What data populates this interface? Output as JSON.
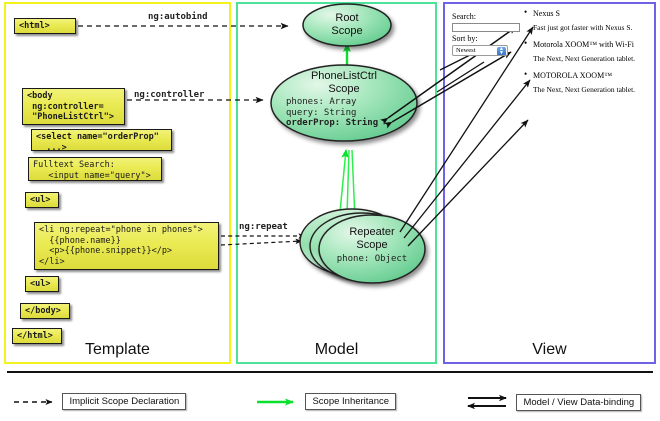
{
  "columns": {
    "template": {
      "label": "Template",
      "border_color": "#f2f21d"
    },
    "model": {
      "label": "Model",
      "border_color": "#4be39a"
    },
    "view": {
      "label": "View",
      "border_color": "#6f61e8"
    }
  },
  "template_boxes": [
    {
      "id": "html-open",
      "text": "<html>"
    },
    {
      "id": "body-open",
      "text": "<body\n ng:controller=\n \"PhoneListCtrl\">"
    },
    {
      "id": "select-tag",
      "text": "<select name=\"orderProp\"\n  ...>"
    },
    {
      "id": "fulltext",
      "text": "Fulltext Search:\n   <input name=\"query\">"
    },
    {
      "id": "ul-open",
      "text": "<ul>"
    },
    {
      "id": "li-repeat",
      "text": "<li ng:repeat=\"phone in phones\">\n  {{phone.name}}\n  <p>{{phone.snippet}}</p>\n</li>"
    },
    {
      "id": "ul-close",
      "text": "<ul>"
    },
    {
      "id": "body-close",
      "text": "</body>"
    },
    {
      "id": "html-close",
      "text": "</html>"
    }
  ],
  "edge_labels": {
    "autobind": "ng:autobind",
    "controller": "ng:controller",
    "repeat": "ng:repeat"
  },
  "model_scopes": [
    {
      "id": "root",
      "title_line1": "Root",
      "title_line2": "Scope",
      "props": []
    },
    {
      "id": "ctrl",
      "title_line1": "PhoneListCtrl",
      "title_line2": "Scope",
      "props": [
        {
          "text": "phones: Array",
          "bold": false
        },
        {
          "text": "query: String",
          "bold": false
        },
        {
          "text": "orderProp: String",
          "bold": true
        }
      ]
    },
    {
      "id": "repeater",
      "title_line1": "Repeater",
      "title_line2": "Scope",
      "props": [
        {
          "text": "phone: Object",
          "bold": false
        }
      ]
    }
  ],
  "view": {
    "search_label": "Search:",
    "search_value": "",
    "sort_label": "Sort by:",
    "sort_selected": "Newest",
    "items": [
      {
        "title": "Nexus S",
        "snippet": "Fast just got faster with Nexus S."
      },
      {
        "title": "Motorola XOOM™ with Wi-Fi",
        "snippet": "The Next, Next Generation tablet."
      },
      {
        "title": "MOTOROLA XOOM™",
        "snippet": "The Next, Next Generation tablet."
      }
    ]
  },
  "legend": [
    {
      "id": "implicit-scope-declaration",
      "label": "Implicit Scope Declaration",
      "style": "dashed-arrow",
      "color": "#111111"
    },
    {
      "id": "scope-inheritance",
      "label": "Scope Inheritance",
      "style": "solid-green-arrow",
      "color": "#00e02a"
    },
    {
      "id": "model-view-data-binding",
      "label": "Model / View Data-binding",
      "style": "double-arrow",
      "color": "#111111"
    }
  ]
}
